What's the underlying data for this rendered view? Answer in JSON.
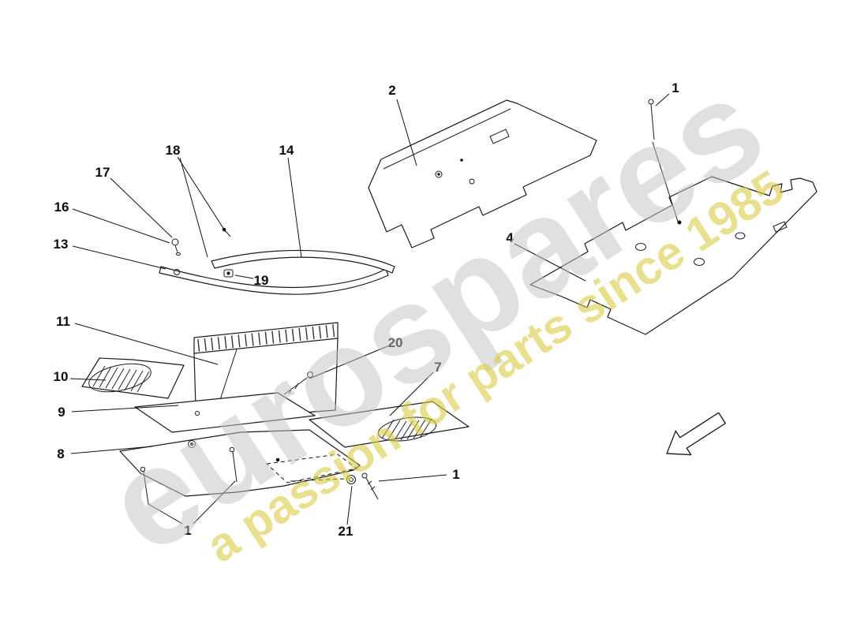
{
  "diagram": {
    "title": "floor panel / heat shield parts diagram",
    "background_color": "#ffffff",
    "line_color": "#1a1a1a"
  },
  "watermark": {
    "brand": "eurospares",
    "tagline": "a passion for parts since 1985",
    "brand_color": "#c3c3c3",
    "tagline_color": "#d9cc45"
  },
  "callouts": [
    {
      "ref": "2"
    },
    {
      "ref": "1"
    },
    {
      "ref": "18"
    },
    {
      "ref": "14"
    },
    {
      "ref": "17"
    },
    {
      "ref": "16"
    },
    {
      "ref": "13"
    },
    {
      "ref": "4"
    },
    {
      "ref": "19"
    },
    {
      "ref": "11"
    },
    {
      "ref": "20"
    },
    {
      "ref": "7"
    },
    {
      "ref": "10"
    },
    {
      "ref": "9"
    },
    {
      "ref": "8"
    },
    {
      "ref": "1"
    },
    {
      "ref": "1"
    },
    {
      "ref": "21"
    }
  ]
}
